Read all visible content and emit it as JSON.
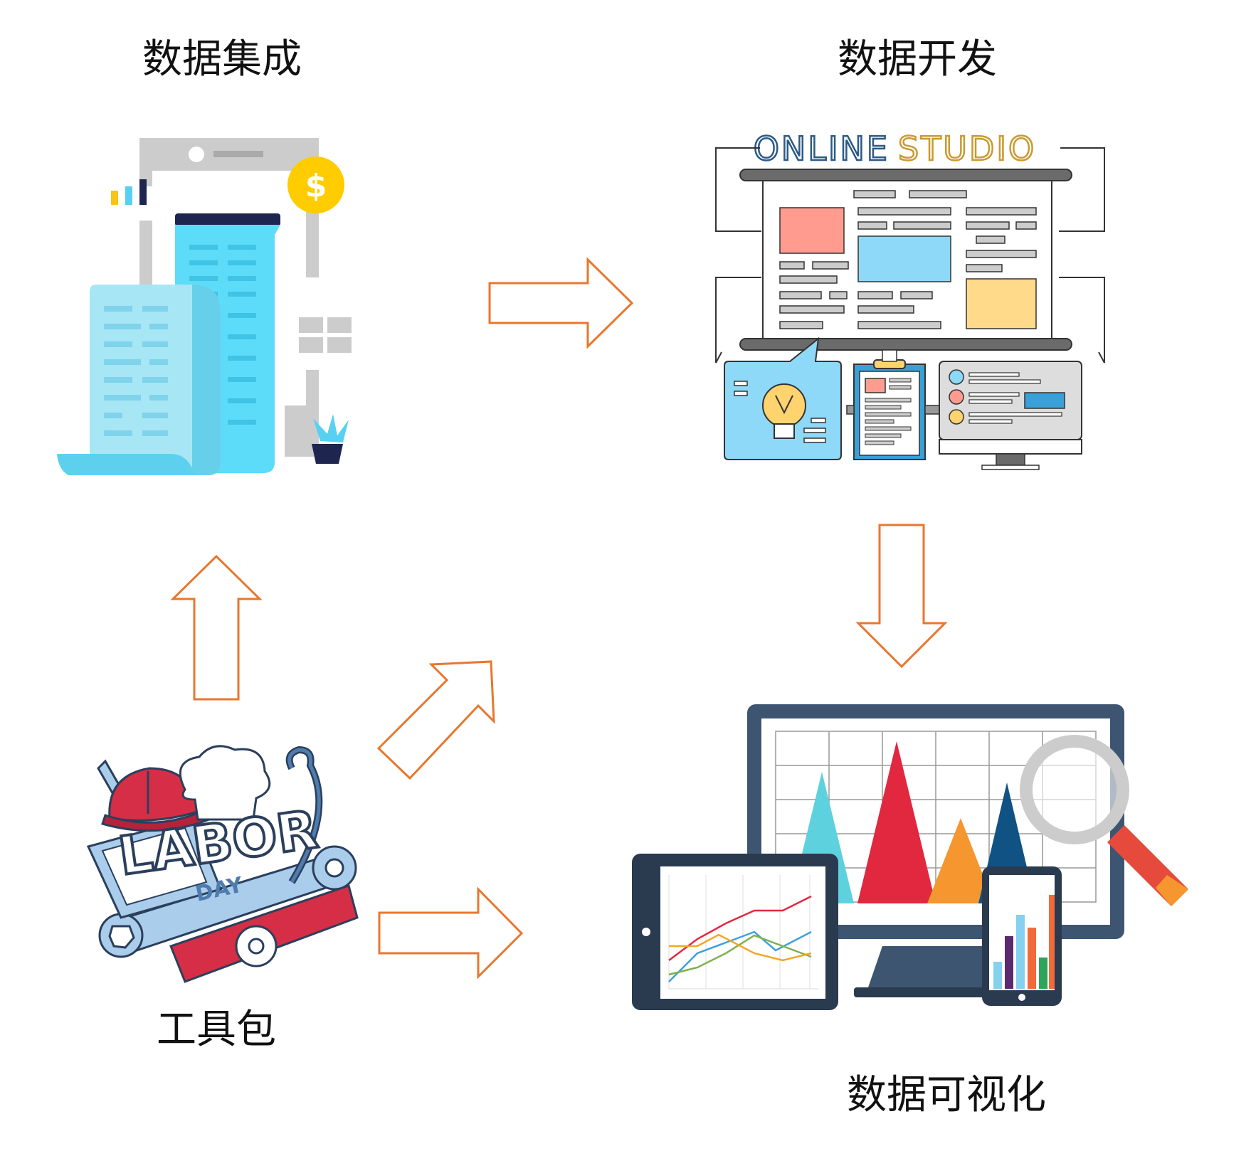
{
  "nodes": {
    "data_integration": {
      "label": "数据集成"
    },
    "data_development": {
      "label": "数据开发"
    },
    "toolkit": {
      "label": "工具包"
    },
    "data_visualization": {
      "label": "数据可视化"
    }
  },
  "illustrations": {
    "dollar_symbol": "$",
    "studio_title_left": "ONLINE",
    "studio_title_right": "STUDIO",
    "labor_title": "LABOR",
    "labor_subtitle": "DAY"
  },
  "colors": {
    "arrow": "#E8772E",
    "text": "#111111"
  },
  "edges": [
    {
      "from": "data_integration",
      "to": "data_development"
    },
    {
      "from": "data_development",
      "to": "data_visualization"
    },
    {
      "from": "toolkit",
      "to": "data_integration"
    },
    {
      "from": "toolkit",
      "to": "data_development"
    },
    {
      "from": "toolkit",
      "to": "data_visualization"
    }
  ]
}
